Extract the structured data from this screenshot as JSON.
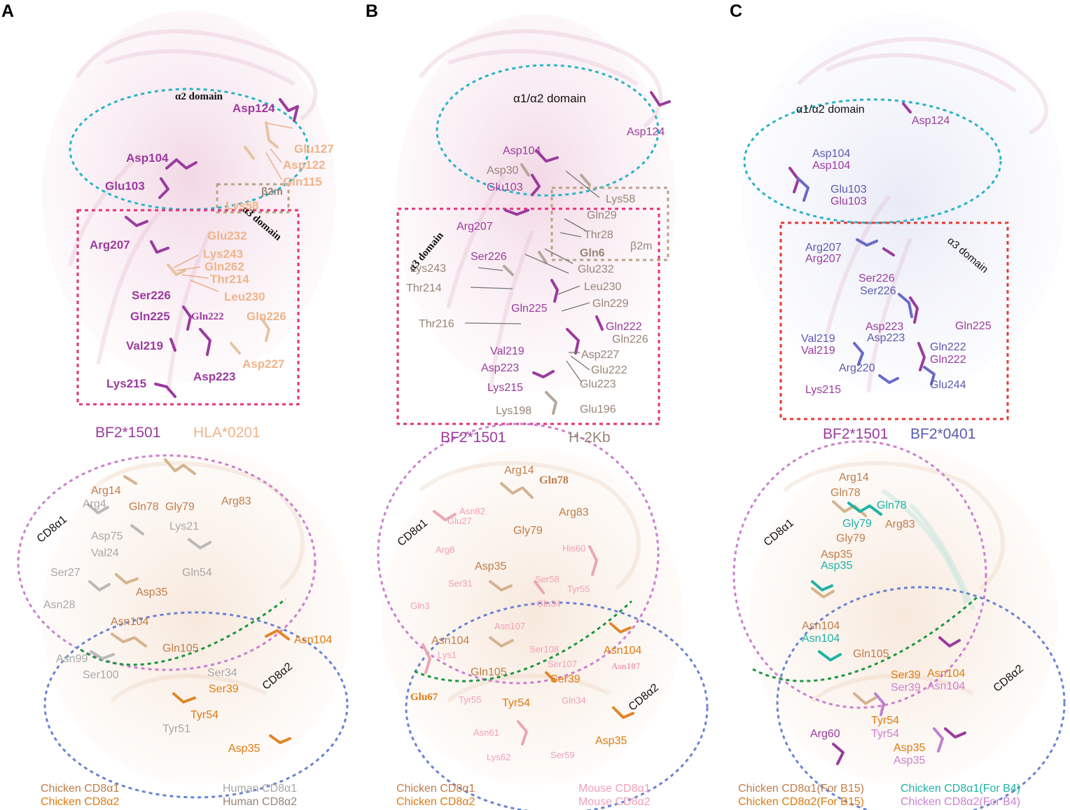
{
  "colors": {
    "cyan": "#2bb3c8",
    "pink": "#e4327a",
    "red": "#e53935",
    "tan": "#b9a488",
    "green": "#1a9641",
    "blue": "#6a83d0",
    "violet": "#cc7fcf",
    "purple": "#9b3b9e",
    "peach": "#f0b48a",
    "taupe": "#9a8478",
    "grey": "#a8a8a8",
    "lightpink": "#f2a0b8",
    "orange": "#e07a10",
    "slateblue": "#5a5bb0",
    "teal": "#1fb3a6",
    "brown": "#c07d4b"
  },
  "panelA": {
    "letter": "A",
    "top": {
      "alpha2": "α2 domain",
      "alpha3": "α3 domain",
      "b2m": "β2m",
      "bf2_residues": [
        "Asp124",
        "Asp104",
        "Glu103",
        "Arg207",
        "Ser226",
        "Gln225",
        "Gln222",
        "Val219",
        "Asp223",
        "Lys215"
      ],
      "hla_residues": [
        "Glu127",
        "Asp122",
        "Gln115",
        "Lys58",
        "Glu232",
        "Lys243",
        "Gln262",
        "Thr214",
        "Leu230",
        "Gln226",
        "Asp227"
      ],
      "legend_bf2": "BF2*1501",
      "legend_other": "HLA*0201"
    },
    "bottom": {
      "cd8a1": "CD8α1",
      "cd8a2": "CD8α2",
      "chicken_residues": [
        "Arg14",
        "Gln78",
        "Gly79",
        "Arg83",
        "Asp35",
        "Asn104",
        "Gln105"
      ],
      "human_residues": [
        "Arg4",
        "Lys21",
        "Asp75",
        "Val24",
        "Ser27",
        "Gln54",
        "Asn28",
        "Asn99",
        "Ser100",
        "Ser34",
        "Tyr51"
      ],
      "chicken_a2_residues": [
        "Asn104",
        "Ser39",
        "Tyr54",
        "Asp35"
      ],
      "legend": [
        "Chicken CD8α1",
        "Chicken CD8α2",
        "Human CD8α1",
        "Human CD8α2"
      ]
    }
  },
  "panelB": {
    "letter": "B",
    "top": {
      "alpha12": "α1/α2 domain",
      "alpha3": "α3 domain",
      "b2m": "β2m",
      "bf2_residues": [
        "Asp124",
        "Asp104",
        "Glu103",
        "Arg207",
        "Ser226",
        "Gln225",
        "Gln222",
        "Val219",
        "Asp223",
        "Lys215"
      ],
      "h2kb_residues": [
        "Asp30",
        "Lys58",
        "Gln29",
        "Thr28",
        "Gln6",
        "Lys243",
        "Glu232",
        "Thr214",
        "Leu230",
        "Gln229",
        "Thr216",
        "Gln226",
        "Asp227",
        "Glu222",
        "Glu223",
        "Lys198",
        "Glu196"
      ],
      "legend_bf2": "BF2*1501",
      "legend_other": "H-2Kb"
    },
    "bottom": {
      "cd8a1": "CD8α1",
      "cd8a2": "CD8α2",
      "chicken_residues": [
        "Arg14",
        "Gln78",
        "Arg83",
        "Gly79",
        "Asp35",
        "Asn104",
        "Gln105"
      ],
      "mouse_residues": [
        "Asn82",
        "Glu27",
        "Arg8",
        "His60",
        "Ser31",
        "Ser58",
        "Tyr55",
        "Gln3",
        "Asn107",
        "Gln34",
        "Ser108",
        "Lys1",
        "Ser107",
        "Tyr55",
        "Gln34",
        "Asn61",
        "Lys62",
        "Ser59"
      ],
      "chicken_a2_residues": [
        "Asn104",
        "Ser39",
        "Glu67",
        "Tyr54",
        "Asp35",
        "Asn107"
      ],
      "legend": [
        "Chicken CD8α1",
        "Chicken CD8α2",
        "Mouse CD8α1",
        "Mouse CD8α2"
      ]
    }
  },
  "panelC": {
    "letter": "C",
    "top": {
      "alpha12": "α1/α2 domain",
      "alpha3": "α3 domain",
      "labels": [
        "Asp124",
        "Asp104",
        "Asp104",
        "Glu103",
        "Glu103",
        "Arg207",
        "Arg207",
        "Ser226",
        "Ser226",
        "Asp223",
        "Asp223",
        "Gln225",
        "Val219",
        "Val219",
        "Gln222",
        "Gln222",
        "Arg220",
        "Glu244",
        "Lys215"
      ],
      "legend_bf2": "BF2*1501",
      "legend_other": "BF2*0401"
    },
    "bottom": {
      "cd8a1": "CD8α1",
      "cd8a2": "CD8α2",
      "labels": [
        "Arg14",
        "Gln78",
        "Gln78",
        "Gly79",
        "Arg83",
        "Gly79",
        "Asp35",
        "Asp35",
        "Asn104",
        "Asn104",
        "Gln105",
        "Ser39",
        "Ser39",
        "Asn104",
        "Asn104",
        "Tyr54",
        "Tyr54",
        "Arg60",
        "Asp35",
        "Asp35"
      ],
      "legend": [
        "Chicken CD8α1(For B15)",
        "Chicken CD8α2(For B15)",
        "Chicken CD8α1(For B4)",
        "Chicken CD8α2(For B4)"
      ]
    }
  }
}
